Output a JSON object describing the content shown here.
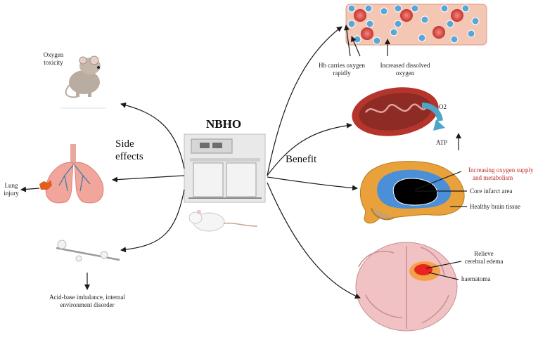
{
  "center": {
    "title": "NBHO"
  },
  "side_effects": {
    "heading_line1": "Side",
    "heading_line2": "effects",
    "oxygen_toxicity_line1": "Oxygen",
    "oxygen_toxicity_line2": "toxicity",
    "lung_injury_line1": "Lung",
    "lung_injury_line2": "injury",
    "acid_base_line1": "Acid-base imbalance, internal",
    "acid_base_line2": "environment disorder"
  },
  "benefit": {
    "heading": "Benefit",
    "hb_carries_line1": "Hb carries oxygen",
    "hb_carries_line2": "rapidly",
    "dissolved_line1": "Increased dissolved",
    "dissolved_line2": "oxygen",
    "o2_label": "O2",
    "atp_label": "ATP",
    "increasing_line1": "Increasing oxygen supply",
    "increasing_line2": "and metabolism",
    "core_infarct": "Core infarct area",
    "healthy_tissue": "Healthy brain tissue",
    "relieve_line1": "Relieve",
    "relieve_line2": "cerebral edema",
    "haematoma": "haematoma"
  },
  "colors": {
    "vessel": "#f4c6b4",
    "hb_red": "#d9534f",
    "o2_blue": "#5aa6d6",
    "arrow": "#1a1a1a",
    "mito": "#b5352d",
    "brain_orange": "#e9a23b",
    "brain_blue": "#4a8fd8",
    "accent_red": "#c0282d"
  },
  "icons": {
    "vessel": "blood-vessel-icon",
    "mito": "mitochondrion-icon",
    "stroke_brain": "ischemic-brain-icon",
    "hemorrhage_brain": "hemorrhagic-brain-icon",
    "mouse": "mouse-icon",
    "lungs": "lungs-icon",
    "balance": "balance-icon",
    "chamber": "hyperoxia-chamber-icon",
    "rat": "rat-icon"
  }
}
